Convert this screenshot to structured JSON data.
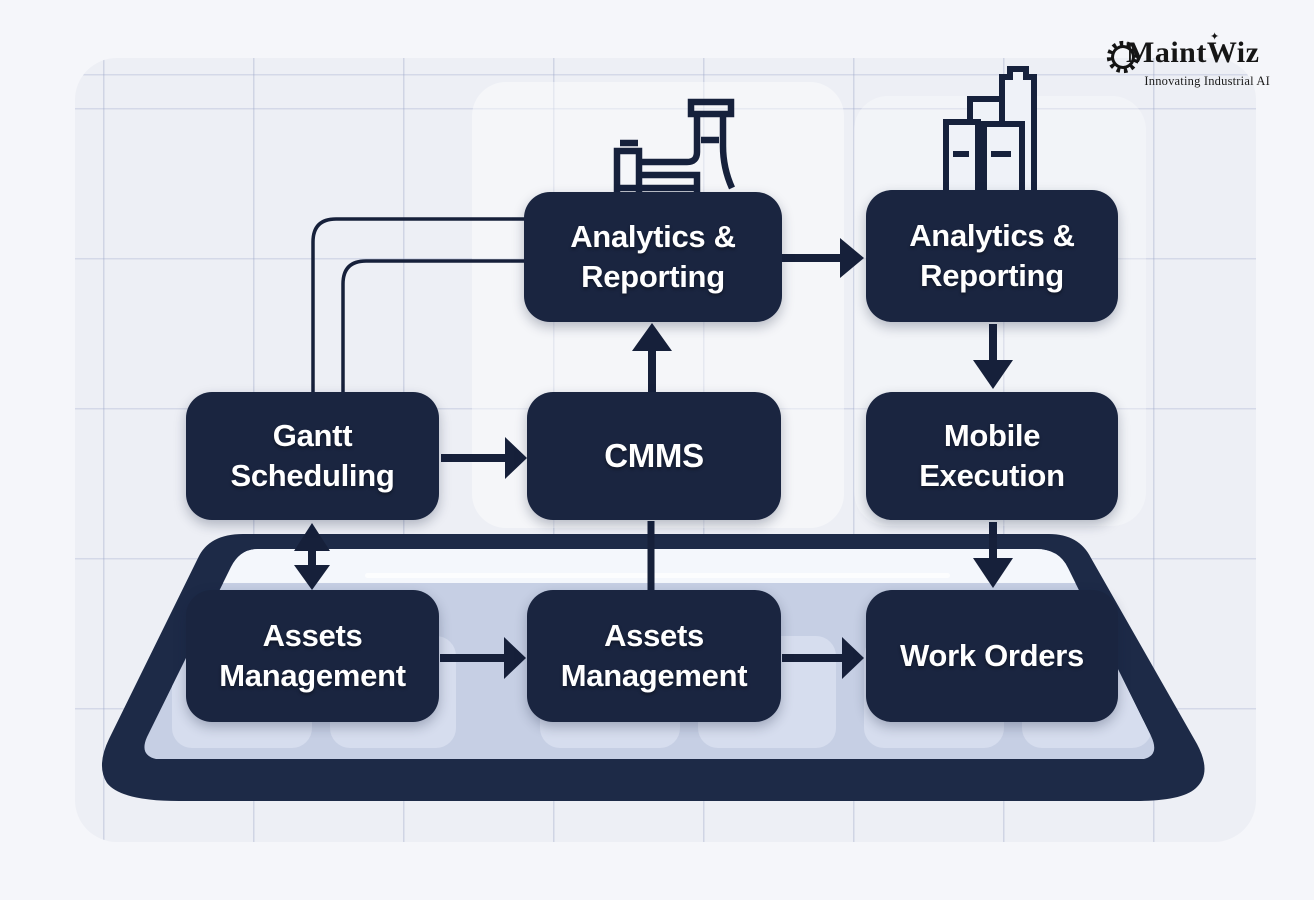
{
  "logo": {
    "name": "MaintWiz",
    "tagline": "Innovating Industrial AI",
    "sparkle": "✦"
  },
  "colors": {
    "node_fill": "#1a2540",
    "node_text": "#ffffff",
    "connector": "#16203a",
    "platform_surface": "#c6cfe4",
    "platform_border": "#1d2a47",
    "platform_key": "#d6ddee",
    "background": "#edeff5"
  },
  "nodes": [
    {
      "id": "analytics-reporting-center",
      "line1": "Analytics &",
      "line2": "Reporting"
    },
    {
      "id": "analytics-reporting-right",
      "line1": "Analytics &",
      "line2": "Reporting"
    },
    {
      "id": "gantt-scheduling",
      "line1": "Gantt",
      "line2": "Scheduling"
    },
    {
      "id": "cmms",
      "line1": "CMMS",
      "line2": ""
    },
    {
      "id": "mobile-execution",
      "line1": "Mobile",
      "line2": "Execution"
    },
    {
      "id": "assets-management-left",
      "line1": "Assets",
      "line2": "Management"
    },
    {
      "id": "assets-management-center",
      "line1": "Assets",
      "line2": "Management"
    },
    {
      "id": "work-orders",
      "line1": "Work Orders",
      "line2": ""
    }
  ],
  "edges": [
    {
      "from": "gantt-scheduling",
      "to": "analytics-reporting-center",
      "style": "elbow-line-outer"
    },
    {
      "from": "gantt-scheduling",
      "to": "analytics-reporting-center",
      "style": "elbow-line-inner"
    },
    {
      "from": "gantt-scheduling",
      "to": "cmms",
      "style": "arrow-right"
    },
    {
      "from": "cmms",
      "to": "analytics-reporting-center",
      "style": "arrow-up"
    },
    {
      "from": "analytics-reporting-center",
      "to": "analytics-reporting-right",
      "style": "arrow-right"
    },
    {
      "from": "analytics-reporting-right",
      "to": "mobile-execution",
      "style": "arrow-down"
    },
    {
      "from": "gantt-scheduling",
      "to": "assets-management-left",
      "style": "arrow-both-vertical"
    },
    {
      "from": "cmms",
      "to": "assets-management-center",
      "style": "line-down"
    },
    {
      "from": "mobile-execution",
      "to": "work-orders",
      "style": "arrow-down"
    },
    {
      "from": "assets-management-left",
      "to": "assets-management-center",
      "style": "arrow-right"
    },
    {
      "from": "assets-management-center",
      "to": "work-orders",
      "style": "arrow-right"
    }
  ],
  "icons": [
    {
      "id": "factory-icon",
      "above": "analytics-reporting-center"
    },
    {
      "id": "buildings-icon",
      "above": "analytics-reporting-right"
    }
  ]
}
